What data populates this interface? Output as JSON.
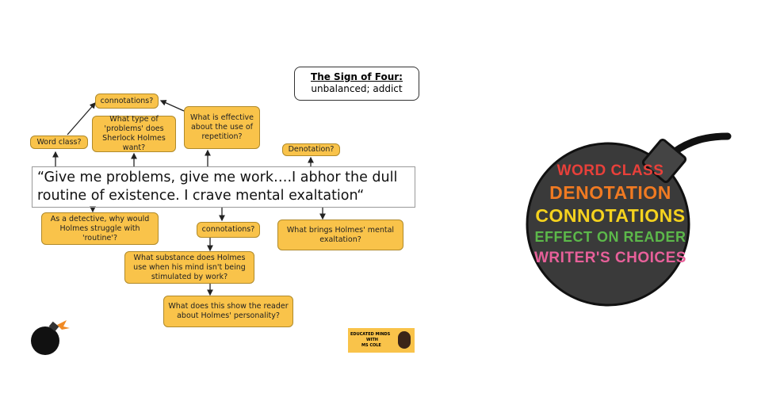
{
  "title": {
    "heading": "The Sign of Four:",
    "subtitle": "unbalanced; addict"
  },
  "quote": "“Give me problems, give me work….I abhor the dull routine of existence. I crave mental exaltation“",
  "boxes": {
    "connotations_top": "connotations?",
    "word_class": "Word class?",
    "problems": "What type of 'problems' does Sherlock Holmes want?",
    "repetition": "What is effective about the use of repetition?",
    "denotation": "Denotation?",
    "detective": "As a detective, why would Holmes struggle with 'routine'?",
    "connotations_bottom": "connotations?",
    "mental_exaltation": "What brings Holmes' mental exaltation?",
    "substance": "What substance does Holmes use when his mind isn't being stimulated by work?",
    "personality": "What does this show the reader about Holmes' personality?"
  },
  "logo": {
    "line1": "EDUCATED MINDS",
    "line2": "WITH",
    "line3": "MS COLE"
  },
  "bomb_labels": [
    {
      "text": "WORD CLASS",
      "color": "#e8403a"
    },
    {
      "text": "DENOTATION",
      "color": "#f07a22"
    },
    {
      "text": "CONNOTATIONS",
      "color": "#f5d21e"
    },
    {
      "text": "EFFECT ON READER",
      "color": "#5cb84a"
    },
    {
      "text": "WRITER'S CHOICES",
      "color": "#e8609a"
    }
  ]
}
